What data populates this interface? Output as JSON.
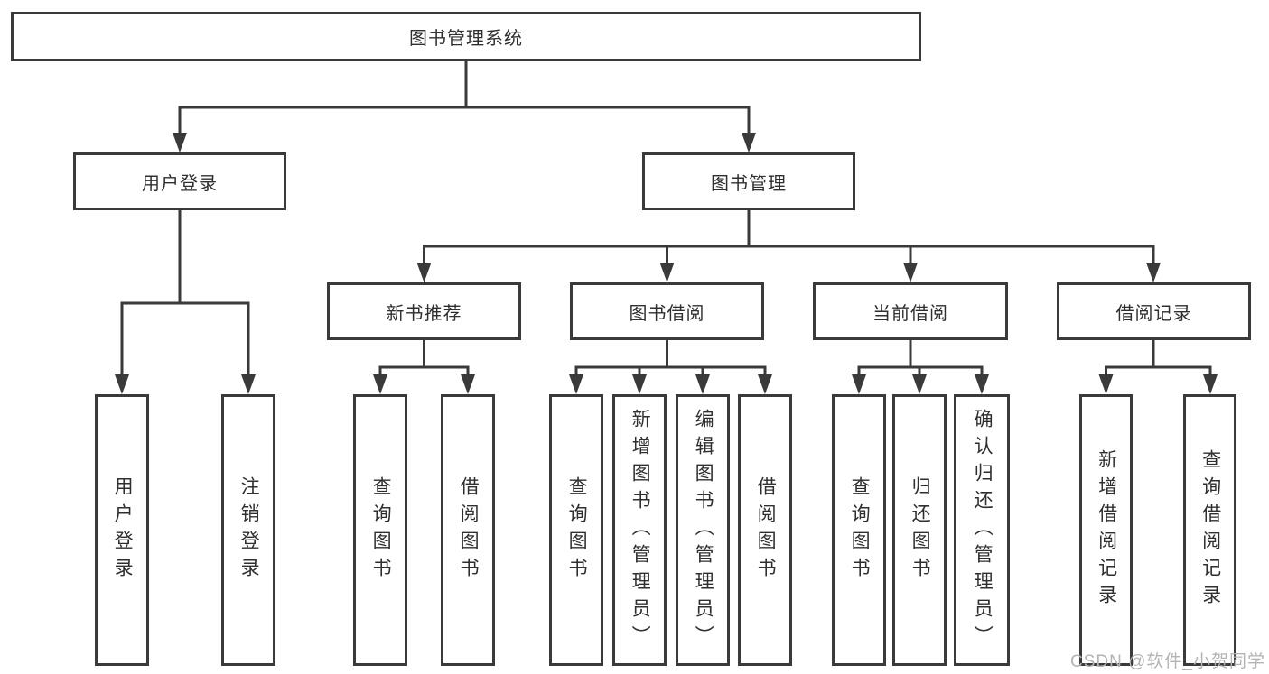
{
  "tree": {
    "label": "图书管理系统",
    "children": [
      {
        "label": "用户登录",
        "children": [
          {
            "label": "用户登录"
          },
          {
            "label": "注销登录"
          }
        ]
      },
      {
        "label": "图书管理",
        "children": [
          {
            "label": "新书推荐",
            "children": [
              {
                "label": "查询图书"
              },
              {
                "label": "借阅图书"
              }
            ]
          },
          {
            "label": "图书借阅",
            "children": [
              {
                "label": "查询图书"
              },
              {
                "label": "新增图书（管理员）"
              },
              {
                "label": "编辑图书（管理员）"
              },
              {
                "label": "借阅图书"
              }
            ]
          },
          {
            "label": "当前借阅",
            "children": [
              {
                "label": "查询图书"
              },
              {
                "label": "归还图书"
              },
              {
                "label": "确认归还（管理员）"
              }
            ]
          },
          {
            "label": "借阅记录",
            "children": [
              {
                "label": "新增借阅记录"
              },
              {
                "label": "查询借阅记录"
              }
            ]
          }
        ]
      }
    ]
  },
  "watermark": "CSDN @软件_小贺同学",
  "colors": {
    "line": "#3a3a3a",
    "text": "#2f2f2f",
    "watermark": "#b4b4b4",
    "background": "#ffffff"
  }
}
